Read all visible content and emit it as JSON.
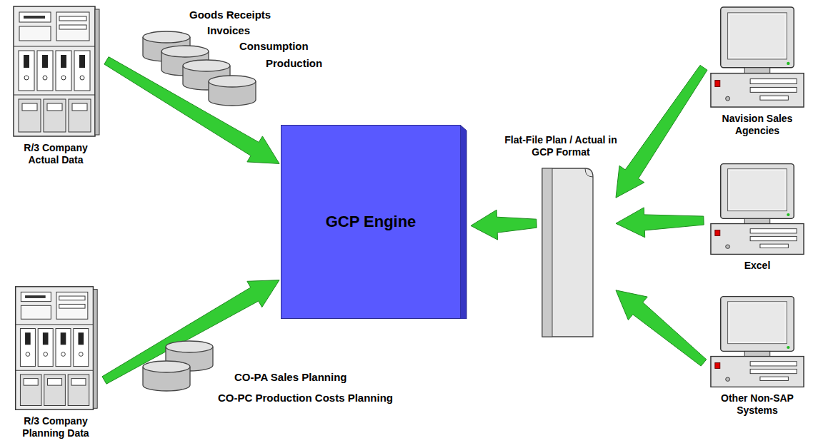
{
  "diagram": {
    "nodes": [
      {
        "text": [
          "R/3 Company Actual Data"
        ]
      },
      {
        "text": [
          "R/3 Company Planning Data"
        ]
      },
      {
        "text": [
          "GCP Engine"
        ]
      },
      {
        "text": [
          "Flat-File Plan / Actual in GCP Format"
        ]
      },
      {
        "text": [
          "Navision Sales Agencies"
        ]
      },
      {
        "text": [
          "Excel"
        ]
      },
      {
        "text": [
          "Other Non-SAP Systems"
        ]
      }
    ],
    "edges": [
      {
        "from": 0,
        "to": 2,
        "arrow": "to"
      },
      {
        "from": 1,
        "to": 2,
        "arrow": "to"
      },
      {
        "from": 3,
        "to": 2,
        "arrow": "to"
      },
      {
        "from": 4,
        "to": 3,
        "arrow": "to"
      },
      {
        "from": 5,
        "to": 3,
        "arrow": "to"
      },
      {
        "from": 6,
        "to": 3,
        "arrow": "to"
      }
    ],
    "labels": [
      "Goods Receipts",
      "Invoices",
      "Consumption",
      "Production",
      "CO-PA Sales Planning",
      "CO-PC Production Costs Planning"
    ]
  }
}
